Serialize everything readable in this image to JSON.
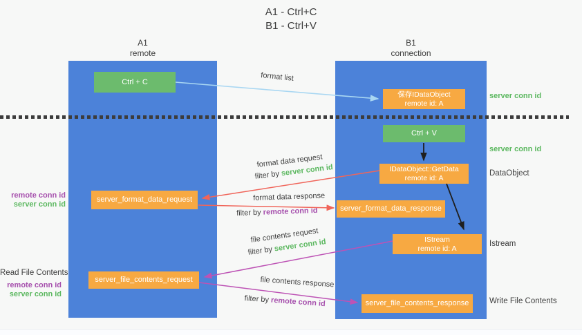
{
  "title": {
    "line1": "A1 - Ctrl+C",
    "line2": "B1 - Ctrl+V"
  },
  "lanes": {
    "a1": {
      "title": "A1",
      "subtitle": "remote"
    },
    "b1": {
      "title": "B1",
      "subtitle": "connection"
    }
  },
  "nodes": {
    "ctrl_c": {
      "label": "Ctrl + C"
    },
    "save_idataobject": {
      "line1": "保存IDataObject",
      "line2": "remote id: A"
    },
    "ctrl_v": {
      "label": "Ctrl + V"
    },
    "idataobject_getdata": {
      "line1": "IDataObject::GetData",
      "line2": "remote id: A"
    },
    "server_format_data_request": {
      "label": "server_format_data_request"
    },
    "server_format_data_response": {
      "label": "server_format_data_response"
    },
    "istream": {
      "line1": "IStream",
      "line2": "remote id: A"
    },
    "server_file_contents_request": {
      "label": "server_file_contents_request"
    },
    "server_file_contents_response": {
      "label": "server_file_contents_response"
    }
  },
  "edge_labels": {
    "format_list": "format list",
    "format_data_request": "format data request",
    "format_data_response": "format data response",
    "file_contents_request": "file contents request",
    "file_contents_response": "file contents response",
    "filter_by": "filter by ",
    "server_conn_id": "server conn id",
    "remote_conn_id": "remote conn id"
  },
  "side_labels": {
    "right_top_server_conn_id": "server conn id",
    "right_mid_server_conn_id": "server conn id",
    "right_dataobject": "DataObject",
    "right_istream": "Istream",
    "right_write_file_contents": "Write File Contents",
    "left_format_remote_conn_id": "remote conn id",
    "left_format_server_conn_id": "server conn id",
    "left_read_file_contents": "Read File Contents",
    "left_file_remote_conn_id": "remote conn id",
    "left_file_server_conn_id": "server conn id"
  },
  "colors": {
    "lane_blue": "#4c82d9",
    "node_orange": "#f7a942",
    "node_green": "#6cbb6d",
    "arrow_light_blue": "#a9d7f2",
    "arrow_red": "#f0655a",
    "arrow_magenta": "#bd53b5",
    "arrow_black": "#1f1f1f",
    "text_green": "#5cb860",
    "text_purple": "#a650ad",
    "text_dark": "#3c3c3c"
  }
}
